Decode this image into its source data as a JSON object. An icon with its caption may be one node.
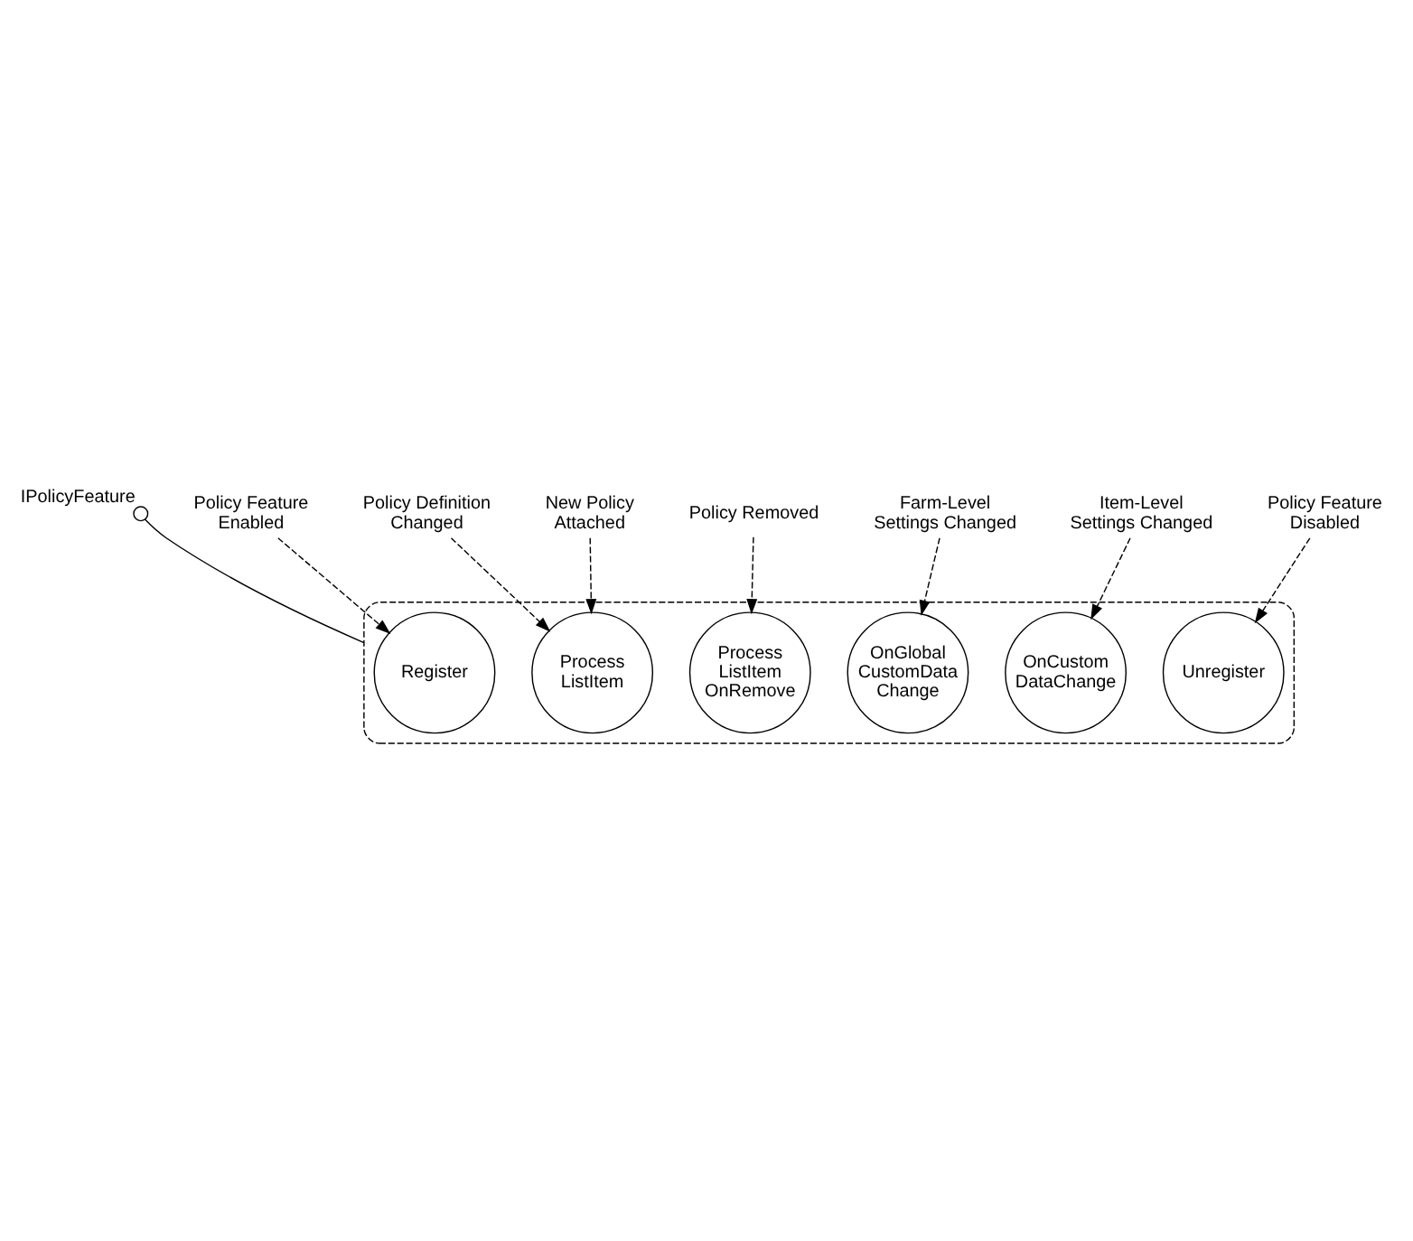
{
  "diagram": {
    "nodes": [
      {
        "text": [],
        "shape": "box"
      },
      {
        "text": [],
        "shape": "circle",
        "beside": [
          "IPolicyFeature"
        ]
      },
      {
        "text": [
          "Register"
        ],
        "in": 0
      },
      {
        "text": [
          "Process ListItem"
        ],
        "in": 0
      },
      {
        "text": [
          "Process ListItem OnRemove"
        ],
        "in": 0
      },
      {
        "text": [
          "OnCustom DataChange"
        ],
        "in": 0
      },
      {
        "text": [
          "OnGlobal CustomData Change"
        ],
        "in": 0
      },
      {
        "text": [
          "Unregister"
        ],
        "in": 0
      },
      {
        "text": [
          "Policy Feature Enabled"
        ]
      },
      {
        "text": [
          "Policy Definition Changed"
        ]
      },
      {
        "text": [
          "New Policy Attached"
        ]
      },
      {
        "text": [
          "Policy Removed"
        ]
      },
      {
        "text": [
          "Farm-Level Settings Changed"
        ]
      },
      {
        "text": [
          "Item-Level Settings Changed"
        ]
      },
      {
        "text": [
          "Policy Feature Disabled"
        ]
      }
    ],
    "edges": [
      {
        "from": 1,
        "to": 0,
        "arrow": "none"
      },
      {
        "from": 8,
        "to": 2,
        "arrow": "to",
        "style": "dashed"
      },
      {
        "from": 9,
        "to": 3,
        "arrow": "to",
        "style": "dashed"
      },
      {
        "from": 10,
        "to": 3,
        "arrow": "to",
        "style": "dashed"
      },
      {
        "from": 11,
        "to": 4,
        "arrow": "to",
        "style": "dashed"
      },
      {
        "from": 12,
        "to": 6,
        "arrow": "to",
        "style": "dashed"
      },
      {
        "from": 13,
        "to": 5,
        "arrow": "to",
        "style": "dashed"
      },
      {
        "from": 14,
        "to": 7,
        "arrow": "to",
        "style": "dashed"
      }
    ]
  }
}
